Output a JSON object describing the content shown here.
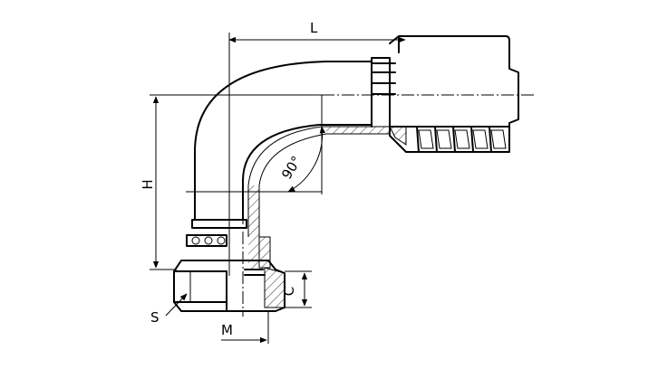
{
  "dimensions": {
    "length": "L",
    "height": "H",
    "angle": "90°",
    "hex": "S",
    "thread": "M",
    "c": "C"
  },
  "colors": {
    "line": "#000000",
    "background": "#ffffff"
  }
}
